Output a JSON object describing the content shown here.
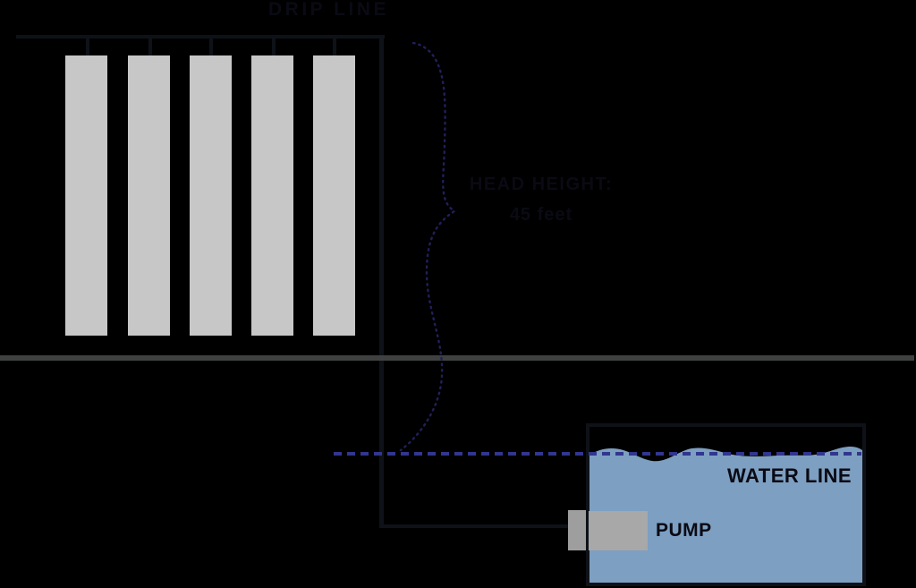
{
  "diagram": {
    "drip_line": {
      "label": "DRIP LINE",
      "emitter_count": 5
    },
    "head_height": {
      "label_line1": "HEAD HEIGHT:",
      "label_line2": "45 feet"
    },
    "tank": {
      "water_line_label": "WATER LINE",
      "pump_label": "PUMP"
    },
    "colors": {
      "bg": "#000000",
      "line": "#0e1218",
      "bar": "#c7c7c7",
      "ground": "#3f4040",
      "water": "#7d9fc1",
      "dash": "#32368f",
      "pump": "#a8a8a8",
      "pump-dark": "#9e9e9e",
      "text": "#0a0a14",
      "brace": "#20205a"
    }
  }
}
